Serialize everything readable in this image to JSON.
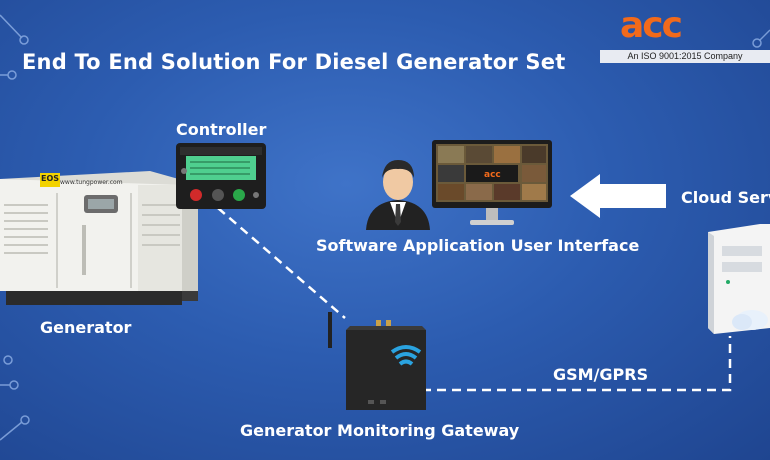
{
  "title": "End To End Solution For Diesel Generator Set",
  "logo": {
    "letters": "acc",
    "tagline": "An ISO 9001:2015 Company"
  },
  "labels": {
    "controller": "Controller",
    "generator": "Generator",
    "software": "Software Application User Interface",
    "cloud": "Cloud Serv",
    "gsm": "GSM/GPRS",
    "gateway": "Generator Monitoring Gateway"
  },
  "generator_badge": "EOS",
  "generator_brand": "www.tungpower.com",
  "monitor_logo": "acc",
  "colors": {
    "accent": "#f26a1b",
    "background": "#2c5cb0",
    "arrow": "#ffffff",
    "wifi": "#2aa3e0"
  }
}
